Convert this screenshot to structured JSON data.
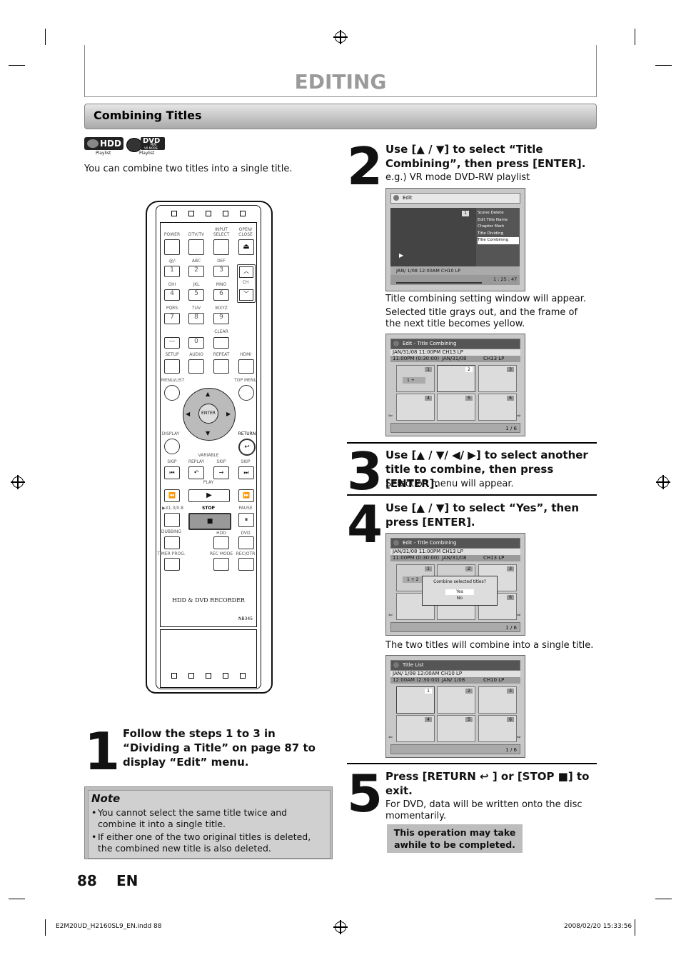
{
  "header": {
    "title": "EDITING"
  },
  "section": {
    "title": "Combining Titles"
  },
  "badges": {
    "hdd": "HDD",
    "hdd_sub": "Playlist",
    "dvd": "DVD",
    "dvd_rw": "RW",
    "dvd_mode": "VR MODE",
    "dvd_sub": "Playlist"
  },
  "intro": "You can combine two titles into a single title.",
  "remote": {
    "labels": {
      "power": "POWER",
      "dtv": "DTV/TV",
      "input": "INPUT\nSELECT",
      "open": "OPEN/\nCLOSE",
      "k1": ".@/:",
      "k2": "ABC",
      "k3": "DEF",
      "ch": "CH",
      "k4": "GHI",
      "k5": "JKL",
      "k6": "MNO",
      "k7": "PQRS",
      "k8": "TUV",
      "k9": "WXYZ",
      "clear": "CLEAR",
      "setup": "SETUP",
      "audio": "AUDIO",
      "repeat": "REPEAT",
      "hdmi": "HDMI",
      "menu": "MENU/LIST",
      "topmenu": "TOP MENU",
      "enter": "ENTER",
      "display": "DISPLAY",
      "return": "RETURN",
      "skip1": "SKIP",
      "variable": "VARIABLE",
      "replay": "REPLAY",
      "skip2": "SKIP",
      "skip3": "SKIP",
      "play": "PLAY",
      "x13": "▶X1.3/0.8",
      "stop": "STOP",
      "pause": "PAUSE",
      "dubbing": "DUBBING",
      "hdd": "HDD",
      "dvd": "DVD",
      "timer": "TIMER PROG.",
      "recmode": "REC MODE",
      "recotr": "REC/OTR"
    },
    "digits": [
      "1",
      "2",
      "3",
      "4",
      "5",
      "6",
      "7",
      "8",
      "9",
      "0"
    ],
    "brand": "HDD & DVD RECORDER",
    "model": "NB345"
  },
  "step1": {
    "num": "1",
    "text": "Follow the steps 1 to 3 in “Dividing a Title” on page 87 to display “Edit” menu."
  },
  "note": {
    "title": "Note",
    "items": [
      "You cannot select the same title twice and combine it into a single title.",
      "If either one of the two original titles is deleted, the combined new title is also deleted."
    ]
  },
  "step2": {
    "num": "2",
    "head": "Use [▲ / ▼] to select “Title Combining”, then press [ENTER].",
    "sub": "e.g.) VR mode DVD-RW playlist",
    "desc1": "Title combining setting window will appear.",
    "desc2": "Selected title grays out, and the frame of the next title becomes yellow."
  },
  "step3": {
    "num": "3",
    "head": "Use [▲ / ▼/ ◀/ ▶] to select another title to combine, then press [ENTER].",
    "sub": "Selection menu will appear."
  },
  "step4": {
    "num": "4",
    "head": "Use [▲ / ▼] to select “Yes”, then press [ENTER].",
    "desc": "The two titles will combine into a single title."
  },
  "step5": {
    "num": "5",
    "head": "Press [RETURN ↩ ] or [STOP ■] to exit.",
    "sub": "For DVD, data will be written onto the disc momentarily.",
    "notice": "This operation may take awhile to be completed."
  },
  "osd1": {
    "title": "Edit",
    "menu": [
      "Scene Delete",
      "Edit Title Name",
      "Chapter Mark",
      "Title Dividing",
      "Title Combining"
    ],
    "num": "1",
    "info": "JAN/ 1/08 12:00AM CH10   LP",
    "time": "1 : 25 : 47"
  },
  "osd2": {
    "title": "Edit - Title Combining",
    "info1": "JAN/31/08 11:00PM  CH13  LP",
    "info2a": "11:00PM (0:30:00)",
    "info2b": "JAN/31/08",
    "info2c": "CH13 LP",
    "tag": "1 +",
    "page": "1 / 6"
  },
  "osd3": {
    "title": "Edit - Title Combining",
    "info1": "JAN/31/08 11:00PM  CH13  LP",
    "info2a": "11:00PM (0:30:00)",
    "info2b": "JAN/31/08",
    "info2c": "CH13 LP",
    "tag": "1 + 2",
    "dialog": "Combine selected titles?",
    "yes": "Yes",
    "no": "No",
    "page": "1 / 6"
  },
  "osd4": {
    "title": "Title List",
    "info1": "JAN/  1/08 12:00AM  CH10  LP",
    "info2a": "12:00AM (2:30:00)",
    "info2b": "JAN/  1/08",
    "info2c": "CH10 LP",
    "page": "1 / 6"
  },
  "thumbs": [
    "1",
    "2",
    "3",
    "4",
    "5",
    "6"
  ],
  "footer": {
    "page": "88",
    "lang": "EN",
    "file": "E2M20UD_H2160SL9_EN.indd   88",
    "date": "2008/02/20   15:33:56"
  }
}
